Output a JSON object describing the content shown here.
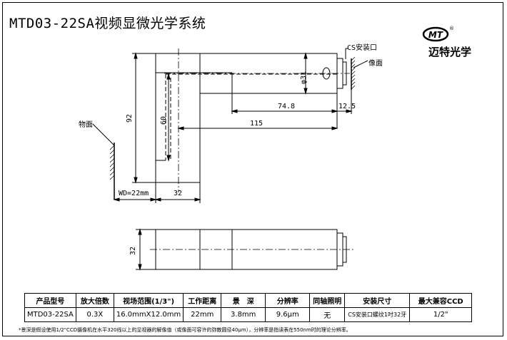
{
  "title": "MTD03-22SA视频显微光学系统",
  "brand": {
    "logo_text": "MT",
    "registered_mark": "®",
    "name": "迈特光学"
  },
  "drawing": {
    "cs_mount_label": "CS安装口",
    "image_plane_label": "像面",
    "object_plane_label": "物面",
    "dim_phi31": "φ31",
    "dim_74_8": "74.8",
    "dim_12_5": "12.5",
    "dim_92": "92",
    "dim_60": "60",
    "dim_115": "115",
    "dim_wd": "WD=22mm",
    "dim_32_top": "32",
    "dim_32_bottom": "32"
  },
  "spec_table": {
    "headers": [
      "产品型号",
      "放大倍数",
      "视场范围(1/3\")",
      "工作距离",
      "景　深",
      "分辨率",
      "同轴照明",
      "安装尺寸",
      "最大兼容CCD"
    ],
    "row": [
      "MTD03-22SA",
      "0.3X",
      "16.0mmX12.0mm",
      "22mm",
      "3.8mm",
      "9.6μm",
      "无",
      "CS安装口螺纹1吋32牙",
      "1/2\""
    ]
  },
  "footnote": "*景深是假设使用1/2\"CCD摄像机在水平320线以上的显视器的解像值（或像面可容许的弥散圆径40μm），分辨率是指读表在550nm时的理论分辨率。"
}
